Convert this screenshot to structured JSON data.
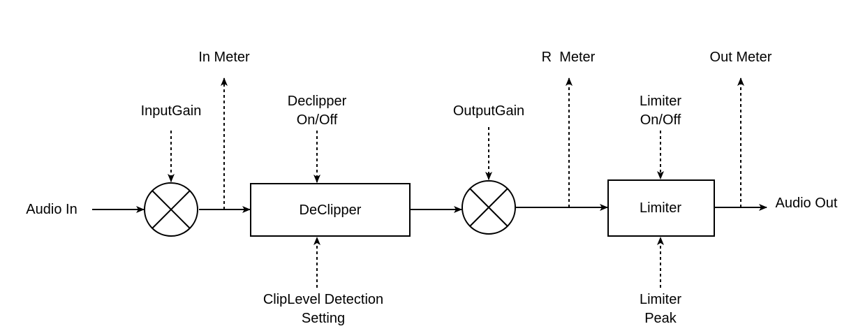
{
  "nodes": {
    "audio_in": "Audio In",
    "input_gain": "InputGain",
    "in_meter": "In Meter",
    "declipper_onoff": [
      "Declipper",
      "On/Off"
    ],
    "declipper": "DeClipper",
    "clip_level": [
      "ClipLevel Detection",
      "Setting"
    ],
    "output_gain": "OutputGain",
    "r_meter": "R  Meter",
    "limiter_onoff": [
      "Limiter",
      "On/Off"
    ],
    "limiter": "Limiter",
    "limiter_peak": [
      "Limiter",
      "Peak"
    ],
    "out_meter": "Out Meter",
    "audio_out": "Audio Out"
  }
}
